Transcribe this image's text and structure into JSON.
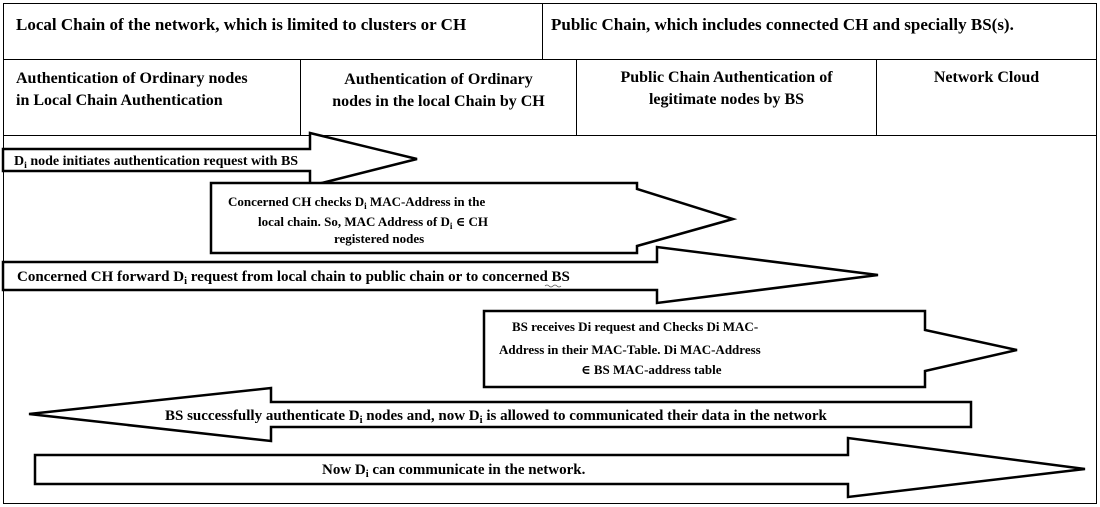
{
  "header_row1": {
    "local_chain": "Local Chain of the network, which is limited to clusters  or CH",
    "public_chain": "Public Chain, which includes connected  CH and specially BS(s)."
  },
  "header_row2": {
    "col1": [
      "Authentication of Ordinary nodes",
      "in Local Chain Authentication"
    ],
    "col2": [
      "Authentication of Ordinary",
      "nodes in the local Chain by CH"
    ],
    "col3": [
      "Public Chain Authentication of",
      "legitimate nodes by BS"
    ],
    "col4": [
      "Network Cloud"
    ]
  },
  "steps": {
    "step1": {
      "pre": "D",
      "sub": "i",
      "post": " node initiates  authentication  request with BS"
    },
    "step2": {
      "line1": {
        "pre": "Concerned CH checks D",
        "sub": "i",
        "post": " MAC-Address in the"
      },
      "line2": {
        "pre": "local chain. So, MAC Address of D",
        "sub": "i",
        "post": " ∈ CH"
      },
      "line3": "registered nodes"
    },
    "step3": {
      "pre": "Concerned CH forward D",
      "sub": "i",
      "post": " request from local chain to public chain or to concerned BS"
    },
    "step4": {
      "line1": "BS receives Di request and Checks Di MAC-",
      "line2": "Address in their MAC-Table. Di MAC-Address",
      "line3": "∈ BS MAC-address table"
    },
    "step5": {
      "pre": "BS successfully authenticate D",
      "sub": "i",
      "mid": " nodes and, now D",
      "sub2": "i",
      "post": " is allowed to communicated their data in the network"
    },
    "step6": {
      "pre": "Now D",
      "sub": "i",
      "post": " can communicate in the network."
    }
  },
  "colors": {
    "line": "#000000",
    "fill": "#ffffff"
  }
}
